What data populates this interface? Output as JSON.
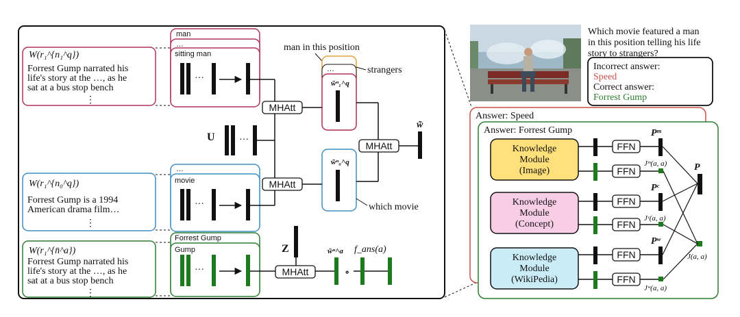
{
  "colors": {
    "purple": "#b0325e",
    "blue": "#3f8fc4",
    "green": "#2e7d32",
    "orange": "#e5a13a",
    "red": "#c8504a",
    "yellow_fill": "#ffe07a",
    "pink_fill": "#f8cde6",
    "cyan_fill": "#c9ecf6",
    "dark_bar": "#111111",
    "green_bar": "#1f7a1f"
  },
  "left_panel": {
    "purple_card": {
      "label": "W(r₁^{n₁^q})",
      "lines": [
        "Forrest Gump narrated his",
        "life's story at the …, as he",
        "sat at a bus stop bench"
      ],
      "dots": "⋮"
    },
    "purple_stack": {
      "top": "man",
      "ellipsis": "…",
      "front": "sitting man"
    },
    "blue_card": {
      "label": "W(r₁^{n₀^q})",
      "lines": [
        "Forrest Gump is a 1994",
        "American drama film…"
      ],
      "dots": "⋮"
    },
    "blue_stack": {
      "ellipsis": "…",
      "front": "movie"
    },
    "green_card": {
      "label": "W(r₁^{n̄^a})",
      "lines": [
        "Forrest Gump narrated his",
        "life's story at the …, as he",
        "sat at a bus stop bench"
      ],
      "dots": "⋮"
    },
    "green_stack": {
      "top": "Forrest Gump",
      "front": "Gump"
    },
    "seq_dots": "···",
    "U_label": "U",
    "Z_label": "Z",
    "mhatt_top": "MHAtt",
    "mhatt_mid": "MHAtt",
    "mhatt_right": "MHAtt",
    "mhatt_bottom": "MHAtt",
    "man_in_this_position": "man in this position",
    "strangers": "strangers",
    "which_movie": "which movie",
    "w_n1q": "w̃ⁿ₁^q",
    "w_n0q": "w̃ⁿ₀^q",
    "w_tilde": "w̃",
    "w_na": "w̃ⁿ^a",
    "f_ans": "f_ans(a)",
    "circ": "∘"
  },
  "right_panel": {
    "question": [
      "Which movie featured a man",
      "in this position telling his life",
      "story to strangers?"
    ],
    "incorrect_label": "Incorrect answer:",
    "incorrect_value": "Speed",
    "correct_label": "Correct answer:",
    "correct_value": "Forrest Gump",
    "answer_speed": "Answer: Speed",
    "answer_fg": "Answer: Forrest Gump",
    "modules": [
      {
        "line1": "Knowledge",
        "line2": "Module",
        "line3": "(Image)",
        "p_label": "Pᵐ",
        "j_label": "Jᵐ(a, a)"
      },
      {
        "line1": "Knowledge",
        "line2": "Module",
        "line3": "(Concept)",
        "p_label": "Pᶜ",
        "j_label": "Jᶜ(a, a)"
      },
      {
        "line1": "Knowledge",
        "line2": "Module",
        "line3": "(WikiPedia)",
        "p_label": "Pʷ",
        "j_label": "Jʷ(a, a)"
      }
    ],
    "ffn": "FFN",
    "p_final": "P",
    "j_final": "J(a, a)"
  }
}
